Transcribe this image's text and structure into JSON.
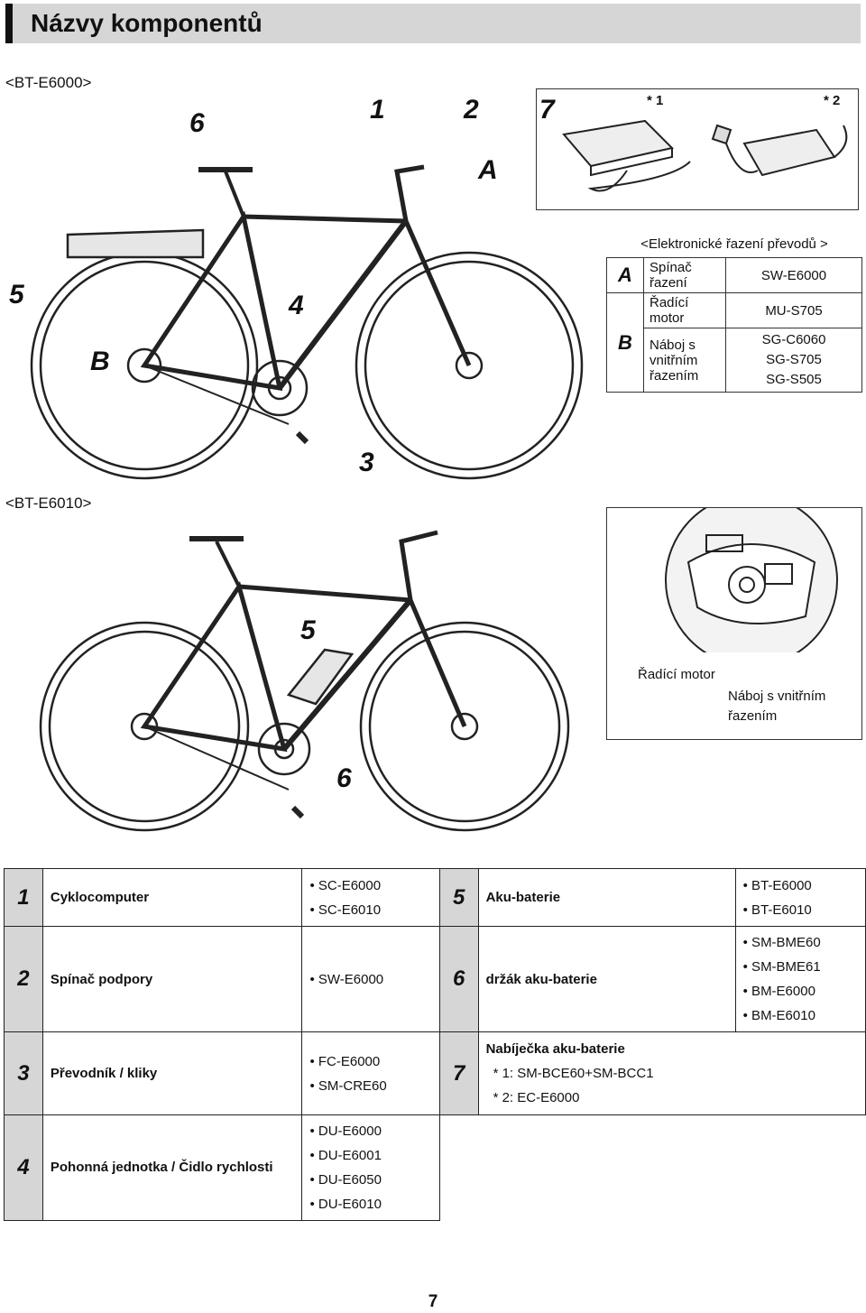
{
  "title": "Názvy komponentů",
  "models": {
    "first": "<BT-E6000>",
    "second": "<BT-E6010>"
  },
  "callouts": {
    "top_bike": [
      "6",
      "1",
      "2",
      "A",
      "7",
      "5",
      "4",
      "B",
      "3"
    ],
    "bottom_bike": [
      "5",
      "6"
    ]
  },
  "charger": {
    "tag1": "* 1",
    "tag2": "* 2"
  },
  "shift": {
    "caption": "<Elektronické řazení převodů >",
    "rows": [
      {
        "letter": "A",
        "name": "Spínač řazení",
        "codes": [
          "SW-E6000"
        ]
      },
      {
        "letter": "B",
        "name1": "Řadící motor",
        "codes1": [
          "MU-S705"
        ],
        "name2": "Náboj s vnitřním řazením",
        "codes2": [
          "SG-C6060",
          "SG-S705",
          "SG-S505"
        ]
      }
    ]
  },
  "detail": {
    "motor_label": "Řadící motor",
    "hub_label": "Náboj s vnitřním řazením"
  },
  "parts": [
    {
      "num": "1",
      "name": "Cyklocomputer",
      "codes": [
        "SC-E6000",
        "SC-E6010"
      ]
    },
    {
      "num": "2",
      "name": "Spínač podpory",
      "codes": [
        "SW-E6000"
      ]
    },
    {
      "num": "3",
      "name": "Převodník / kliky",
      "codes": [
        "FC-E6000",
        "SM-CRE60"
      ]
    },
    {
      "num": "4",
      "name": "Pohonná jednotka / Čidlo rychlosti",
      "codes": [
        "DU-E6000",
        "DU-E6001",
        "DU-E6050",
        "DU-E6010"
      ]
    },
    {
      "num": "5",
      "name": "Aku-baterie",
      "codes": [
        "BT-E6000",
        "BT-E6010"
      ]
    },
    {
      "num": "6",
      "name": "držák aku-baterie",
      "codes": [
        "SM-BME60",
        "SM-BME61",
        "BM-E6000",
        "BM-E6010"
      ]
    },
    {
      "num": "7",
      "name": "Nabíječka aku-baterie",
      "sub": [
        "* 1: SM-BCE60+SM-BCC1",
        "* 2: EC-E6000"
      ]
    }
  ],
  "page_number": "7"
}
